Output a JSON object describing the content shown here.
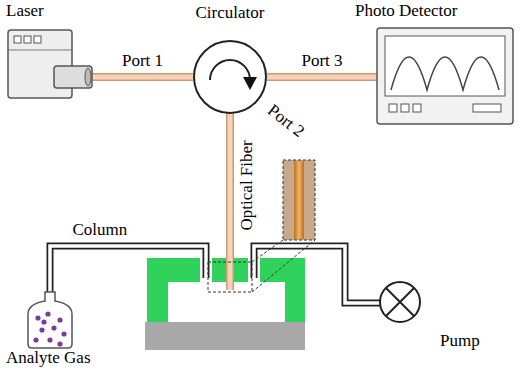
{
  "diagram": {
    "nodes": [
      {
        "text": [
          "Laser"
        ]
      },
      {
        "text": [
          "Circulator"
        ]
      },
      {
        "text": [
          "Photo Detector"
        ]
      },
      {
        "text": [
          "Analyte Gas"
        ]
      },
      {
        "text": [
          "Pump"
        ]
      }
    ],
    "edges": [
      {
        "from": 0,
        "to": 1,
        "label": "Port 1",
        "arrow": "none"
      },
      {
        "from": 1,
        "to": 2,
        "label": "Port 3",
        "arrow": "none"
      }
    ],
    "labels": [
      "Port 2",
      "Optical Fiber",
      "Column"
    ]
  }
}
